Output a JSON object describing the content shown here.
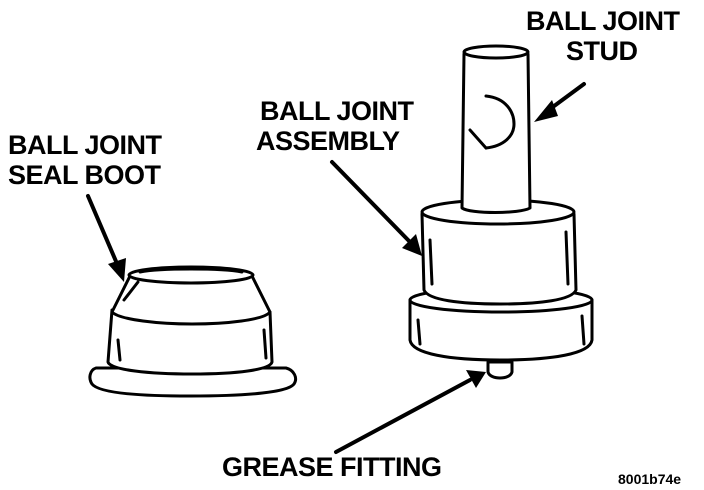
{
  "labels": {
    "ball_joint_stud_line1": "BALL JOINT",
    "ball_joint_stud_line2": "STUD",
    "ball_joint_assembly_line1": "BALL JOINT",
    "ball_joint_assembly_line2": "ASSEMBLY",
    "ball_joint_seal_boot_line1": "BALL JOINT",
    "ball_joint_seal_boot_line2": "SEAL BOOT",
    "grease_fitting": "GREASE FITTING"
  },
  "figure_code": "8001b74e",
  "colors": {
    "ink": "#000000",
    "background": "#ffffff"
  }
}
